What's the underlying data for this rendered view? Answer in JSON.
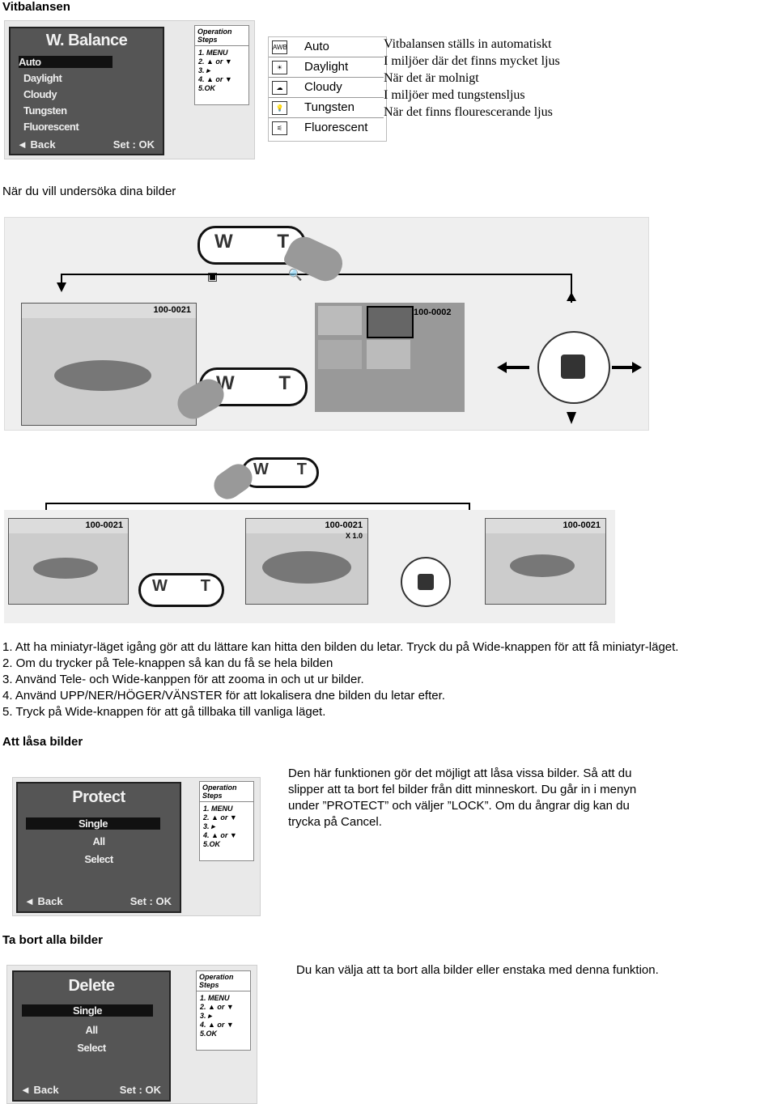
{
  "section_white_balance": {
    "heading": "Vitbalansen",
    "lcd": {
      "title": "W. Balance",
      "items": [
        "Auto",
        "Daylight",
        "Cloudy",
        "Tungsten",
        "Fluorescent"
      ],
      "back": "◄ Back",
      "set": "Set : OK"
    },
    "steps": {
      "header": "Operation Steps",
      "lines": [
        "1. MENU",
        "2. ▲ or ▼",
        "3. ▸",
        "4. ▲ or ▼",
        "5.OK"
      ]
    },
    "table": [
      {
        "icon": "AWB",
        "name": "Auto",
        "desc": "Vitbalansen ställs in automatiskt"
      },
      {
        "icon": "☀",
        "name": "Daylight",
        "desc": "I miljöer där det finns mycket ljus"
      },
      {
        "icon": "☁",
        "name": "Cloudy",
        "desc": "När det är molnigt"
      },
      {
        "icon": "💡",
        "name": "Tungsten",
        "desc": "I miljöer med tungstensljus"
      },
      {
        "icon": "⚟",
        "name": "Fluorescent",
        "desc": "När det finns flourescerande ljus"
      }
    ]
  },
  "section_review": {
    "heading": "När du vill undersöka dina bilder",
    "diagram1": {
      "w": "W",
      "t": "T",
      "photo1_num": "100-0021",
      "photo2_num": "100-0002"
    },
    "diagram2": {
      "w": "W",
      "t": "T",
      "photo1_num": "100-0021",
      "photo2_num": "100-0021",
      "photo2_zoom": "X 1.0",
      "photo3_num": "100-0021"
    },
    "steps": [
      "1. Att ha miniatyr-läget igång gör att du lättare kan hitta den bilden du letar. Tryck du på Wide-knappen för att få miniatyr-läget.",
      "2. Om du trycker på Tele-knappen så kan du få se hela bilden",
      "3. Använd Tele- och Wide-kanppen för att zooma in och ut ur bilder.",
      "4. Använd UPP/NER/HÖGER/VÄNSTER för att lokalisera dne bilden du letar efter.",
      "5. Tryck på Wide-knappen för att gå tillbaka till vanliga läget."
    ]
  },
  "section_protect": {
    "heading": "Att låsa bilder",
    "lcd": {
      "title": "Protect",
      "items": [
        "Single",
        "All",
        "Select"
      ],
      "back": "◄ Back",
      "set": "Set : OK"
    },
    "steps": {
      "header": "Operation Steps",
      "lines": [
        "1. MENU",
        "2. ▲ or ▼",
        "3. ▸",
        "4. ▲ or ▼",
        "5.OK"
      ]
    },
    "description": "Den här funktionen gör det möjligt att låsa vissa bilder. Så att du slipper att ta bort fel bilder från ditt minneskort. Du går in i menyn under ”PROTECT” och väljer ”LOCK”. Om du ångrar dig kan du trycka på Cancel."
  },
  "section_delete": {
    "heading": "Ta bort alla bilder",
    "lcd": {
      "title": "Delete",
      "items": [
        "Single",
        "All",
        "Select"
      ],
      "back": "◄ Back",
      "set": "Set : OK"
    },
    "steps": {
      "header": "Operation Steps",
      "lines": [
        "1. MENU",
        "2. ▲ or ▼",
        "3. ▸",
        "4. ▲ or ▼",
        "5.OK"
      ]
    },
    "description": "Du kan välja att ta bort alla bilder eller enstaka med denna funktion."
  }
}
